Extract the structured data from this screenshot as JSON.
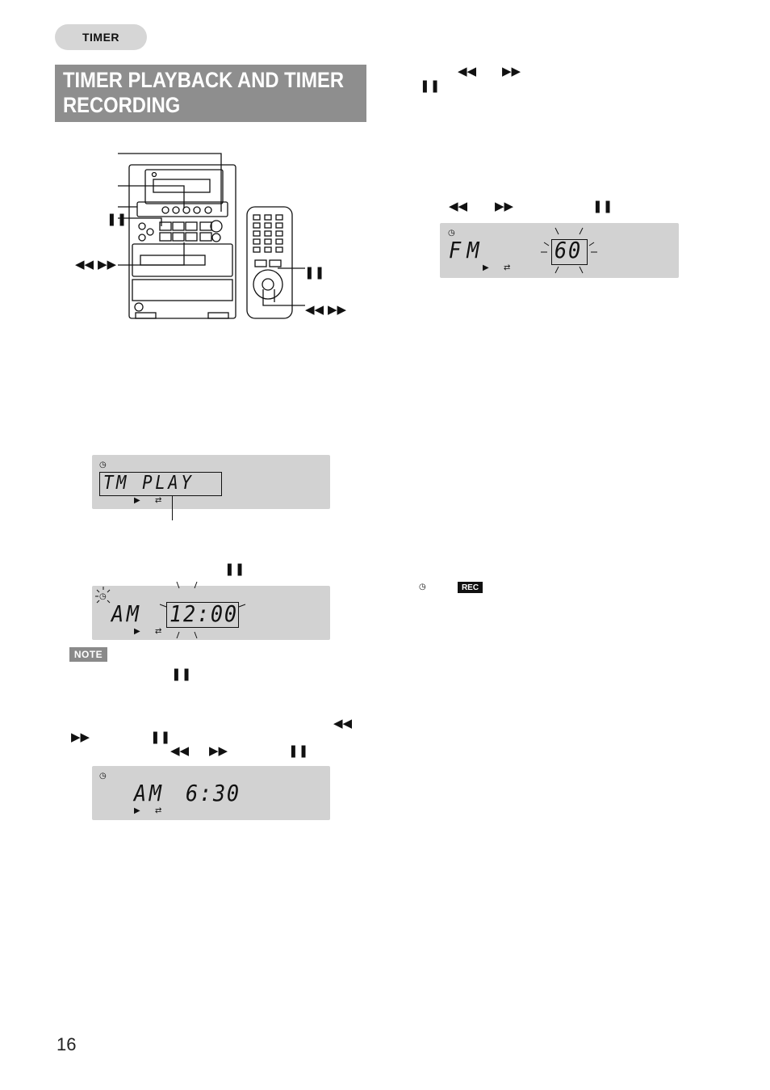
{
  "section_label": "TIMER",
  "title": {
    "line1": "TIMER PLAYBACK AND TIMER",
    "line2": "RECORDING"
  },
  "symbols": {
    "rew": "◀◀",
    "ff": "▶▶",
    "pause": "❚❚",
    "play": "▶",
    "repeat": "⇄",
    "clock": "◷"
  },
  "displays": {
    "tm_play": "TM PLAY",
    "time_set": {
      "ampm": "AM",
      "time": "12:00"
    },
    "time_on": {
      "ampm": "AM",
      "time": "6:30"
    },
    "fm_volume": {
      "source": "FM",
      "level": "60"
    }
  },
  "note_label": "NOTE",
  "rec_label": "REC",
  "page_number": "16"
}
